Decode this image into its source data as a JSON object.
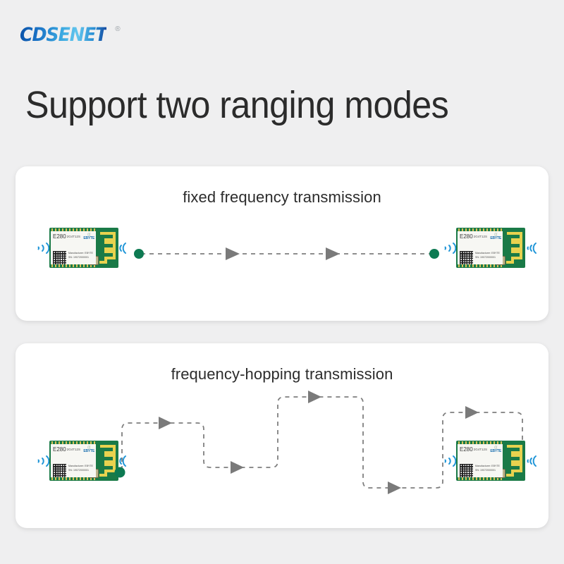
{
  "page": {
    "background_color": "#efeff0",
    "card_color": "#ffffff"
  },
  "brand": {
    "name": "CDSENET",
    "registered_mark": "®",
    "gradient_from": "#0b52a8",
    "gradient_to": "#63c6ee"
  },
  "headline": {
    "text": "Support two ranging modes",
    "color": "#2b2b2b"
  },
  "colors": {
    "node_green": "#0d7a52",
    "path_gray": "#7f7f7f",
    "arrow_gray": "#7a7a7a",
    "wave_blue": "#2196d8",
    "pcb_green": "#1a7a47",
    "pcb_gold": "#d9c15a"
  },
  "cards": [
    {
      "id": "card-fixed",
      "title": "fixed frequency transmission",
      "mode": "fixed",
      "left_module": {
        "model": "E280",
        "variant": "2G4T12S",
        "brand_mark": "(((",
        "brand_name": "EBYTE",
        "manufacturer_line": "Manufacturer: EBYTE",
        "serial_line": "SN: 19072000001"
      },
      "right_module": {
        "model": "E280",
        "variant": "2G4T12S",
        "brand_mark": "(((",
        "brand_name": "EBYTE",
        "manufacturer_line": "Manufacturer: EBYTE",
        "serial_line": "SN: 19072000001"
      }
    },
    {
      "id": "card-hopping",
      "title": "frequency-hopping transmission",
      "mode": "hopping",
      "left_module": {
        "model": "E280",
        "variant": "2G4T12S",
        "brand_mark": "(((",
        "brand_name": "EBYTE",
        "manufacturer_line": "Manufacturer: EBYTE",
        "serial_line": "SN: 19072000001"
      },
      "right_module": {
        "model": "E280",
        "variant": "2G4T12S",
        "brand_mark": "(((",
        "brand_name": "EBYTE",
        "manufacturer_line": "Manufacturer: EBYTE",
        "serial_line": "SN: 19072000001"
      }
    }
  ]
}
